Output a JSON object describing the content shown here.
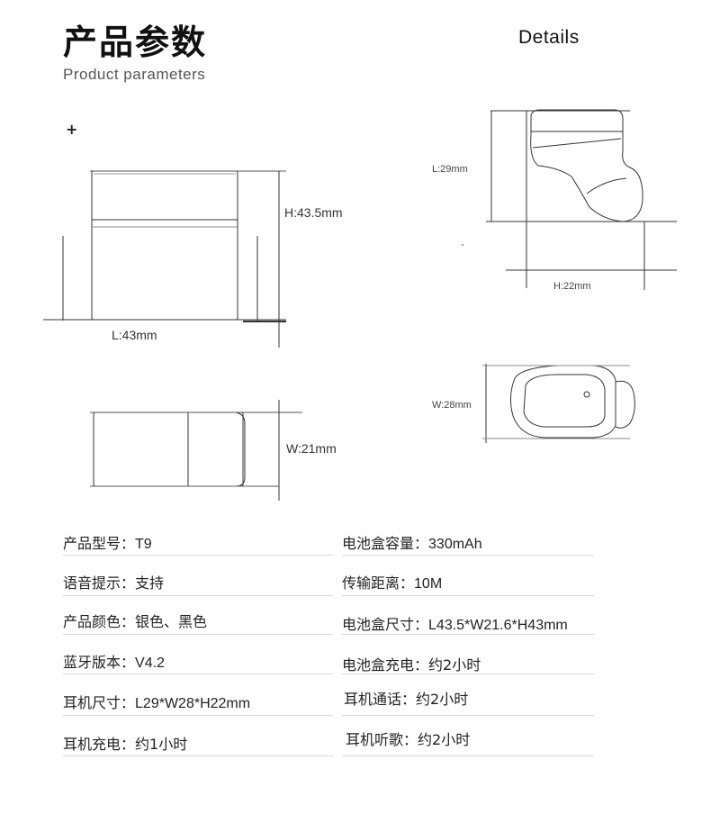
{
  "header": {
    "title": "产品参数",
    "subtitle": "Product parameters",
    "details_label": "Details"
  },
  "diagram": {
    "plus_mark": "+",
    "case_height": "H:43.5mm",
    "case_length": "L:43mm",
    "case_width": "W:21mm",
    "earbud_length": "L:29mm",
    "earbud_height": "H:22mm",
    "earbud_width": "W:28mm"
  },
  "specs": {
    "left": [
      {
        "label": "产品型号：",
        "value": "T9"
      },
      {
        "label": "语音提示：",
        "value": "支持"
      },
      {
        "label": "产品颜色：",
        "value": "银色、黑色"
      },
      {
        "label": "蓝牙版本：",
        "value": "V4.2"
      },
      {
        "label": "耳机尺寸：",
        "value": "L29*W28*H22mm"
      },
      {
        "label": "耳机充电：",
        "value": "约1小时"
      }
    ],
    "right": [
      {
        "label": "电池盒容量：",
        "value": "330mAh"
      },
      {
        "label": "传输距离：",
        "value": "10M"
      },
      {
        "label": "电池盒尺寸：",
        "value": "L43.5*W21.6*H43mm"
      },
      {
        "label": "电池盒充电：",
        "value": "约2小时"
      },
      {
        "label": "耳机通话：",
        "value": "约2小时"
      },
      {
        "label": "耳机听歌：",
        "value": "约2小时"
      }
    ]
  }
}
